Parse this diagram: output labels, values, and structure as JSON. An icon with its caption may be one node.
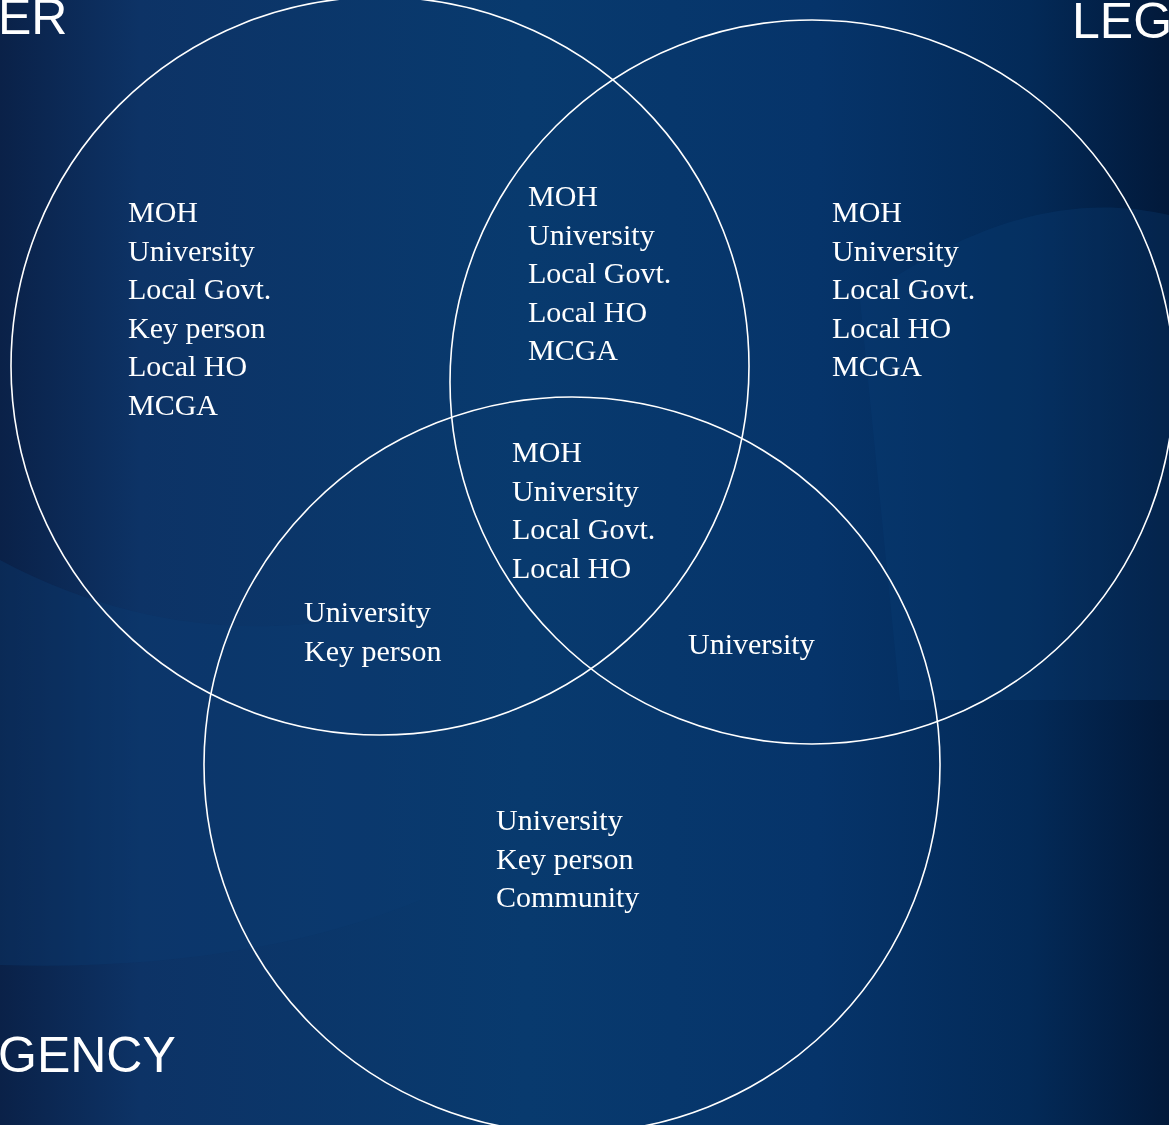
{
  "diagram": {
    "nodes": [
      {
        "text": [],
        "shape": "circle"
      },
      {
        "text": [],
        "shape": "circle"
      },
      {
        "text": [],
        "shape": "circle"
      }
    ],
    "labels": [
      "ER",
      "LEG",
      "MOH",
      "University",
      "Local Govt.",
      "Key person",
      "Local HO",
      "MCGA",
      "MOH",
      "University",
      "Local Govt.",
      "Local HO",
      "MCGA",
      "MOH",
      "University",
      "Local Govt.",
      "Local HO",
      "MCGA",
      "MOH",
      "University",
      "Local Govt.",
      "Local HO",
      "University",
      "Key person",
      "University",
      "University",
      "Key person",
      "Community",
      "GENCY"
    ]
  }
}
